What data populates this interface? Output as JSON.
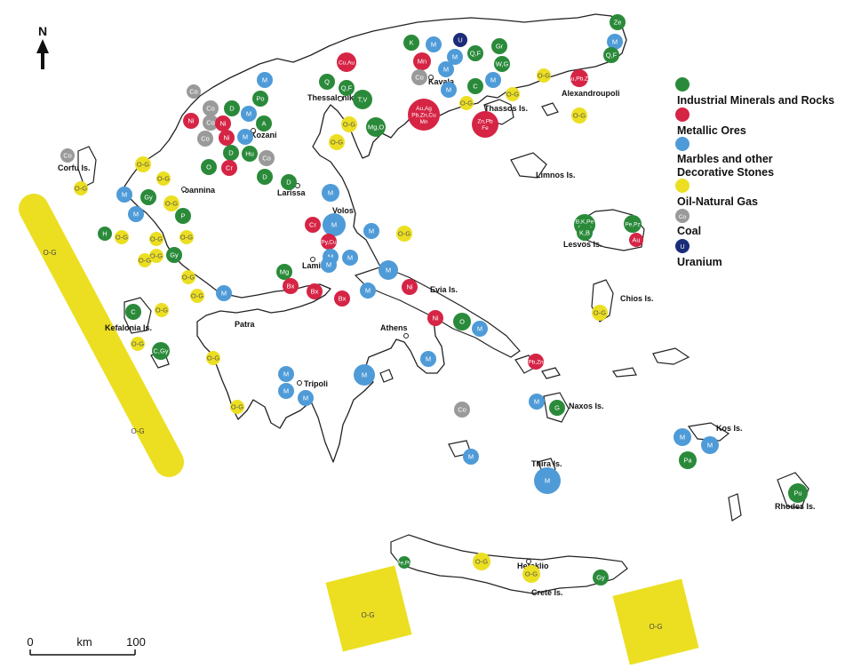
{
  "map": {
    "north_label": "N",
    "scale": {
      "start": "0",
      "unit": "km",
      "end": "100"
    }
  },
  "legend": [
    {
      "category": "industrial",
      "color": "#2a8a3a",
      "label": "Industrial Minerals and Rocks",
      "symbol": ""
    },
    {
      "category": "metallic",
      "color": "#d62445",
      "label": "Metallic Ores",
      "symbol": ""
    },
    {
      "category": "marbles",
      "color": "#4f9bd8",
      "label": "Marbles and other",
      "label2": "Decorative Stones",
      "symbol": ""
    },
    {
      "category": "oil_gas",
      "color": "#ecdf22",
      "label": "Oil-Natural Gas",
      "symbol": ""
    },
    {
      "category": "coal",
      "color": "#9a9a9a",
      "label": "Coal",
      "symbol": "Co"
    },
    {
      "category": "uranium",
      "color": "#1a2c7a",
      "label": "Uranium",
      "symbol": "U"
    }
  ],
  "places": [
    "Thessaloniki",
    "Kavala",
    "Alexandroupoli",
    "Thassos Is.",
    "Kozani",
    "Ioannina",
    "Corfu Is.",
    "Larissa",
    "Limnos Is.",
    "Volos",
    "Lesvos Is.",
    "Lamia",
    "Evia Is.",
    "Chios Is.",
    "Kefalonia Is.",
    "Patra",
    "Athens",
    "Tripoli",
    "Naxos Is.",
    "Kos Is.",
    "Thira Is.",
    "Rhodes Is.",
    "Heraklio",
    "Crete Is."
  ],
  "offshore_zones": [
    "O-G",
    "O-G",
    "O-G",
    "O-G"
  ],
  "deposits": [
    {
      "cat": "industrial",
      "text": "Ze"
    },
    {
      "cat": "marbles",
      "text": "M"
    },
    {
      "cat": "industrial",
      "text": "Q,F"
    },
    {
      "cat": "industrial",
      "text": "K"
    },
    {
      "cat": "marbles",
      "text": "M"
    },
    {
      "cat": "uranium",
      "text": "U"
    },
    {
      "cat": "marbles",
      "text": "M"
    },
    {
      "cat": "industrial",
      "text": "Q,F"
    },
    {
      "cat": "industrial",
      "text": "Gr"
    },
    {
      "cat": "industrial",
      "text": "W,G"
    },
    {
      "cat": "metallic",
      "text": "Mn"
    },
    {
      "cat": "marbles",
      "text": "M"
    },
    {
      "cat": "coal",
      "text": "Co"
    },
    {
      "cat": "marbles",
      "text": "M"
    },
    {
      "cat": "industrial",
      "text": "C"
    },
    {
      "cat": "marbles",
      "text": "M"
    },
    {
      "cat": "oil_gas",
      "text": "O-G"
    },
    {
      "cat": "oil_gas",
      "text": "O-G"
    },
    {
      "cat": "oil_gas",
      "text": "O-G"
    },
    {
      "cat": "metallic",
      "text": "Au,Pb,Zn"
    },
    {
      "cat": "oil_gas",
      "text": "O-G"
    },
    {
      "cat": "metallic",
      "text": "Cu,Au"
    },
    {
      "cat": "industrial",
      "text": "Q"
    },
    {
      "cat": "industrial",
      "text": "Q,F"
    },
    {
      "cat": "industrial",
      "text": "T,V"
    },
    {
      "cat": "metallic",
      "text": "Au,Ag Pb,Zn,Cu Mn"
    },
    {
      "cat": "metallic",
      "text": "Zn,Pb Fe"
    },
    {
      "cat": "oil_gas",
      "text": "O-G"
    },
    {
      "cat": "oil_gas",
      "text": "O-G"
    },
    {
      "cat": "industrial",
      "text": "Mg,O"
    },
    {
      "cat": "coal",
      "text": "Co"
    },
    {
      "cat": "coal",
      "text": "Co"
    },
    {
      "cat": "marbles",
      "text": "M"
    },
    {
      "cat": "industrial",
      "text": "Po"
    },
    {
      "cat": "metallic",
      "text": "Ni"
    },
    {
      "cat": "coal",
      "text": "Co"
    },
    {
      "cat": "industrial",
      "text": "D"
    },
    {
      "cat": "metallic",
      "text": "Ni"
    },
    {
      "cat": "marbles",
      "text": "M"
    },
    {
      "cat": "industrial",
      "text": "A"
    },
    {
      "cat": "coal",
      "text": "Co"
    },
    {
      "cat": "metallic",
      "text": "Ni"
    },
    {
      "cat": "marbles",
      "text": "M"
    },
    {
      "cat": "industrial",
      "text": "D"
    },
    {
      "cat": "industrial",
      "text": "Hu"
    },
    {
      "cat": "coal",
      "text": "Co"
    },
    {
      "cat": "industrial",
      "text": "O"
    },
    {
      "cat": "metallic",
      "text": "Cr"
    },
    {
      "cat": "industrial",
      "text": "D"
    },
    {
      "cat": "industrial",
      "text": "D"
    },
    {
      "cat": "coal",
      "text": "Co"
    },
    {
      "cat": "oil_gas",
      "text": "O-G"
    },
    {
      "cat": "oil_gas",
      "text": "O-G"
    },
    {
      "cat": "oil_gas",
      "text": "O-G"
    },
    {
      "cat": "marbles",
      "text": "M"
    },
    {
      "cat": "industrial",
      "text": "Gy"
    },
    {
      "cat": "marbles",
      "text": "M"
    },
    {
      "cat": "oil_gas",
      "text": "O-G"
    },
    {
      "cat": "industrial",
      "text": "P"
    },
    {
      "cat": "industrial",
      "text": "H"
    },
    {
      "cat": "oil_gas",
      "text": "O-G"
    },
    {
      "cat": "oil_gas",
      "text": "O-G"
    },
    {
      "cat": "oil_gas",
      "text": "O-G"
    },
    {
      "cat": "oil_gas",
      "text": "O-G"
    },
    {
      "cat": "industrial",
      "text": "Gy"
    },
    {
      "cat": "oil_gas",
      "text": "O-G"
    },
    {
      "cat": "oil_gas",
      "text": "O-G"
    },
    {
      "cat": "oil_gas",
      "text": "O-G"
    },
    {
      "cat": "marbles",
      "text": "M"
    },
    {
      "cat": "industrial",
      "text": "C"
    },
    {
      "cat": "oil_gas",
      "text": "O-G"
    },
    {
      "cat": "oil_gas",
      "text": "O-G"
    },
    {
      "cat": "industrial",
      "text": "C,Gy"
    },
    {
      "cat": "oil_gas",
      "text": "O-G"
    },
    {
      "cat": "oil_gas",
      "text": "O-G"
    },
    {
      "cat": "marbles",
      "text": "M"
    },
    {
      "cat": "metallic",
      "text": "Cr"
    },
    {
      "cat": "marbles",
      "text": "M"
    },
    {
      "cat": "metallic",
      "text": "Py,Cu"
    },
    {
      "cat": "marbles",
      "text": "M"
    },
    {
      "cat": "marbles",
      "text": "M"
    },
    {
      "cat": "oil_gas",
      "text": "O-G"
    },
    {
      "cat": "marbles",
      "text": "M"
    },
    {
      "cat": "marbles",
      "text": "M"
    },
    {
      "cat": "marbles",
      "text": "M"
    },
    {
      "cat": "industrial",
      "text": "Mg"
    },
    {
      "cat": "metallic",
      "text": "Bx"
    },
    {
      "cat": "metallic",
      "text": "Bx"
    },
    {
      "cat": "metallic",
      "text": "Bx"
    },
    {
      "cat": "marbles",
      "text": "M"
    },
    {
      "cat": "metallic",
      "text": "Ni"
    },
    {
      "cat": "metallic",
      "text": "Ni"
    },
    {
      "cat": "industrial",
      "text": "O"
    },
    {
      "cat": "marbles",
      "text": "M"
    },
    {
      "cat": "marbles",
      "text": "M"
    },
    {
      "cat": "marbles",
      "text": "M"
    },
    {
      "cat": "metallic",
      "text": "Pb,Zn"
    },
    {
      "cat": "marbles",
      "text": "M"
    },
    {
      "cat": "marbles",
      "text": "M"
    },
    {
      "cat": "marbles",
      "text": "M"
    },
    {
      "cat": "coal",
      "text": "Co"
    },
    {
      "cat": "marbles",
      "text": "M"
    },
    {
      "cat": "industrial",
      "text": "G"
    },
    {
      "cat": "marbles",
      "text": "M"
    },
    {
      "cat": "marbles",
      "text": "M"
    },
    {
      "cat": "industrial",
      "text": "B,K,Pe Pc,Si"
    },
    {
      "cat": "industrial",
      "text": "Pe,Pz"
    },
    {
      "cat": "industrial",
      "text": "K,B"
    },
    {
      "cat": "metallic",
      "text": "Au"
    },
    {
      "cat": "oil_gas",
      "text": "O-G"
    },
    {
      "cat": "marbles",
      "text": "M"
    },
    {
      "cat": "marbles",
      "text": "M"
    },
    {
      "cat": "industrial",
      "text": "Pa"
    },
    {
      "cat": "industrial",
      "text": "Pu"
    },
    {
      "cat": "industrial",
      "text": "Pe,Pu"
    },
    {
      "cat": "oil_gas",
      "text": "O-G"
    },
    {
      "cat": "oil_gas",
      "text": "O-G"
    },
    {
      "cat": "industrial",
      "text": "Gy"
    },
    {
      "cat": "marbles",
      "text": "M"
    },
    {
      "cat": "marbles",
      "text": "M"
    },
    {
      "cat": "industrial",
      "text": "Gy"
    }
  ]
}
